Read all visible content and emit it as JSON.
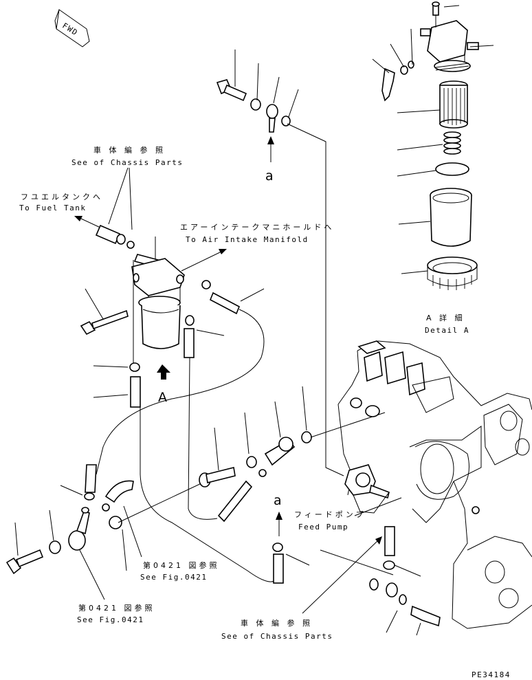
{
  "fwd_label": "FWD",
  "chassis_top": {
    "jp": "車 体 編 参 照",
    "en": "See of Chassis Parts"
  },
  "fuel_tank": {
    "jp": "フユエルタンクへ",
    "en": "To Fuel Tank"
  },
  "air_intake": {
    "jp": "エアーインテークマニホールドへ",
    "en": "To Air Intake Manifold"
  },
  "detail": {
    "jp": "A 詳 細",
    "en": "Detail A"
  },
  "marker_a_top": "a",
  "marker_a_mid": "a",
  "marker_A": "A",
  "feed_pump": {
    "jp": "フィードポンプ",
    "en": "Feed Pump"
  },
  "fig_mid": {
    "jp": "第0421 図参照",
    "en": "See Fig.0421"
  },
  "fig_left": {
    "jp": "第0421 図参照",
    "en": "See Fig.0421"
  },
  "chassis_bottom": {
    "jp": "車 体 編 参 照",
    "en": "See of Chassis Parts"
  },
  "drawing_number": "PE34184"
}
